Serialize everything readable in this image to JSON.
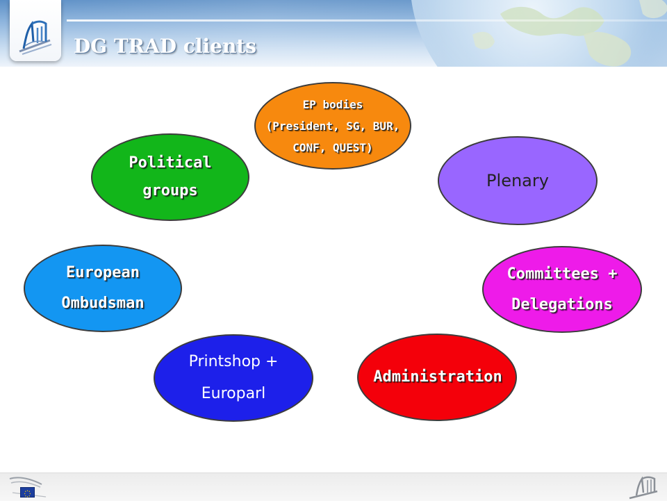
{
  "slide": {
    "title": "DG TRAD clients"
  },
  "nodes": [
    {
      "id": "ep-bodies",
      "lines": [
        "EP bodies",
        "(President, SG, BUR,",
        "CONF, QUEST)"
      ],
      "color": "#f7890e"
    },
    {
      "id": "plenary",
      "lines": [
        "Plenary"
      ],
      "color": "#9966ff"
    },
    {
      "id": "committees-delegations",
      "lines": [
        "Committees +",
        "Delegations"
      ],
      "color": "#ee1be9"
    },
    {
      "id": "administration",
      "lines": [
        "Administration"
      ],
      "color": "#f4000a"
    },
    {
      "id": "printshop-europarl",
      "lines": [
        "Printshop +",
        "Europarl"
      ],
      "color": "#1d20ea"
    },
    {
      "id": "european-ombudsman",
      "lines": [
        "European",
        "Ombudsman"
      ],
      "color": "#1396f2"
    },
    {
      "id": "political-groups",
      "lines": [
        "Political",
        "groups"
      ],
      "color": "#12b61a"
    }
  ],
  "icons": [
    "european-parliament-logo-icon",
    "european-parliament-logo-small-icon",
    "eu-flag-icon",
    "ep-seal-icon"
  ]
}
